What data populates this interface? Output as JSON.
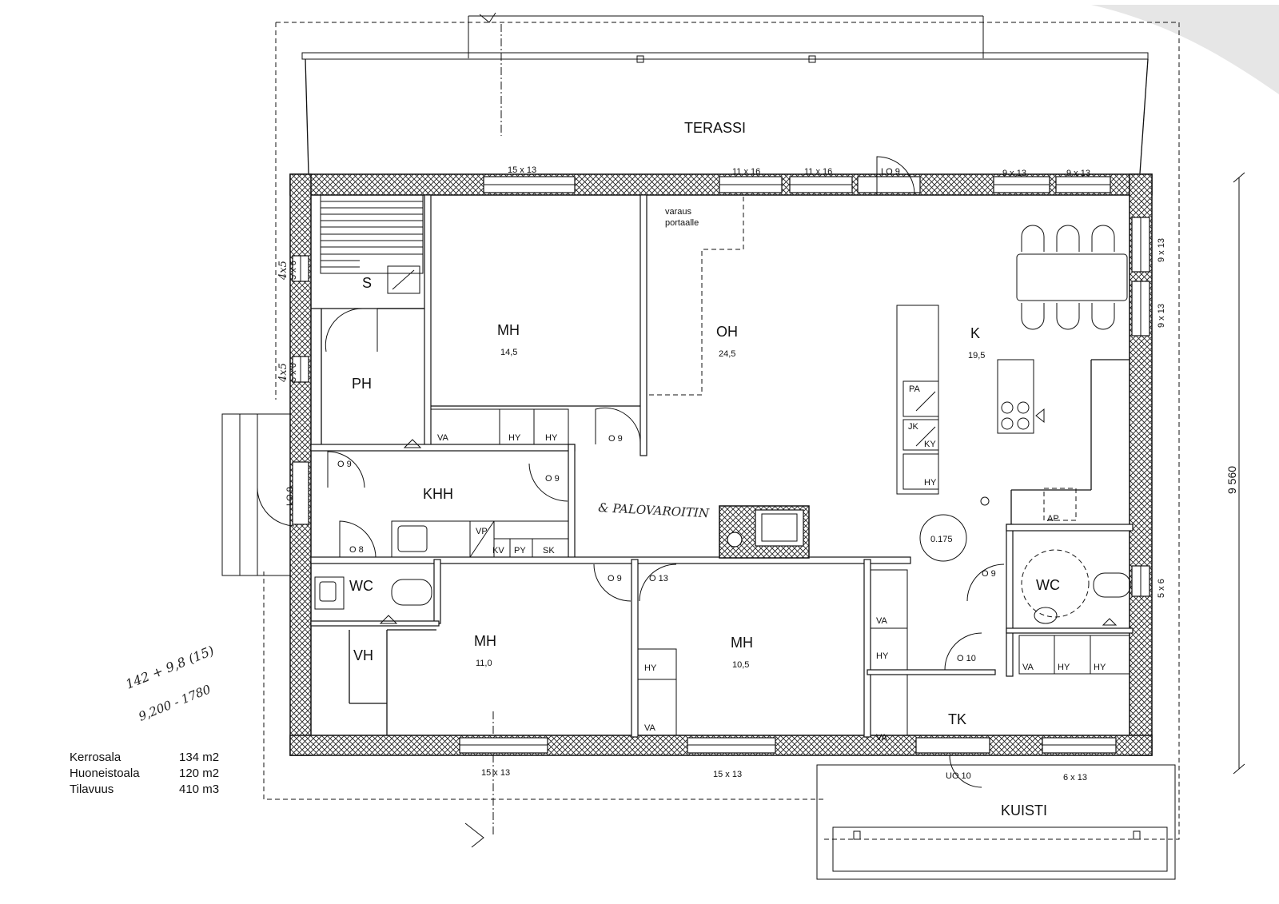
{
  "rooms": {
    "terassi": "TERASSI",
    "s": "S",
    "ph": "PH",
    "mh1": {
      "name": "MH",
      "area": "14,5"
    },
    "oh": {
      "name": "OH",
      "area": "24,5"
    },
    "k": {
      "name": "K",
      "area": "19,5"
    },
    "khh": "KHH",
    "wc1": "WC",
    "vh": "VH",
    "mh2": {
      "name": "MH",
      "area": "11,0"
    },
    "mh3": {
      "name": "MH",
      "area": "10,5"
    },
    "wc2": "WC",
    "tk": "TK",
    "kuisti": "KUISTI"
  },
  "reserve_note": {
    "line1": "varaus",
    "line2": "portaalle"
  },
  "windows": {
    "top": [
      "15 x 13",
      "11 x 16",
      "11 x 16",
      "LO 9",
      "9 x 13",
      "9 x 13"
    ],
    "right": [
      "9 x 13",
      "9 x 13",
      "5 x 6"
    ],
    "bottom": [
      "15 x 13",
      "15 x 13",
      "UO 10",
      "6 x 13"
    ],
    "left": [
      "5 x 6",
      "5 x 6",
      "LO 9"
    ]
  },
  "doors": [
    "O 9",
    "O 9",
    "O 9",
    "O 8",
    "O 9",
    "O 13",
    "O 9",
    "O 10"
  ],
  "fixtures": {
    "mh1": [
      "VA",
      "HY",
      "HY"
    ],
    "khh": [
      "VP",
      "KV",
      "PY",
      "SK"
    ],
    "kitchen": [
      "PA",
      "JK",
      "KY",
      "HY"
    ],
    "kitchen_ap": "AP",
    "chimney": "0.175",
    "mh3": [
      "HY",
      "VA"
    ],
    "tk": [
      "VA",
      "HY",
      "VA"
    ],
    "wc2": [
      "VA",
      "HY",
      "HY"
    ]
  },
  "dimension": "9 560",
  "handwritten": {
    "note": "& PALOVAROITIN",
    "side1": "4x5",
    "side2": "4x5",
    "calc1": "142 + 9,8 (15)",
    "calc2": "9,200 - 1780"
  },
  "summary": [
    {
      "label": "Kerrosala",
      "value": "134 m2"
    },
    {
      "label": "Huoneistoala",
      "value": "120 m2"
    },
    {
      "label": "Tilavuus",
      "value": "410 m3"
    }
  ]
}
